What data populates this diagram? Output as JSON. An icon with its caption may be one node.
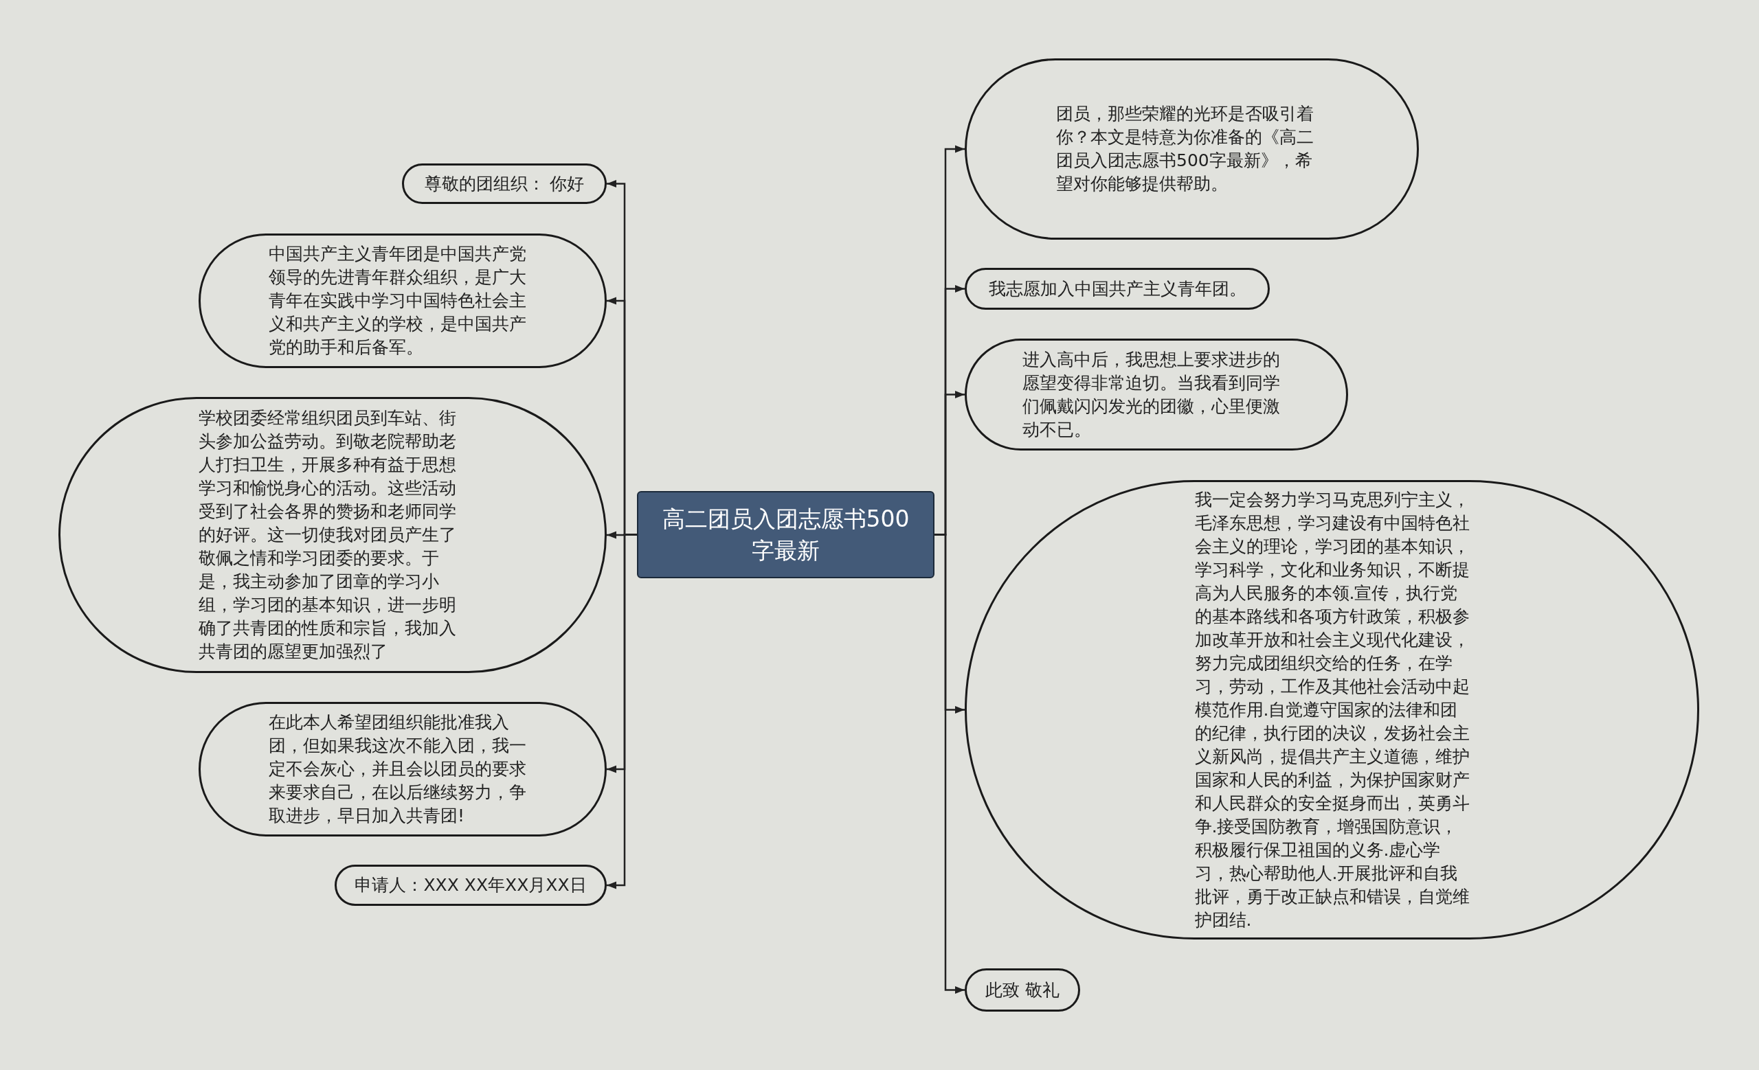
{
  "diagram": {
    "nodes": [
      {
        "text": [
          "高二团员入团志愿书500字最新"
        ]
      },
      {
        "text": [
          "尊敬的团组织： 你好"
        ]
      },
      {
        "text": [
          "中国共产主义青年团是中国共产党领导的先进青年群众组织，是广大青年在实践中学习中国特色社会主义和共产主义的学校，是中国共产党的助手和后备军。"
        ]
      },
      {
        "text": [
          "学校团委经常组织团员到车站、街头参加公益劳动。到敬老院帮助老人打扫卫生，开展多种有益于思想学习和愉悦身心的活动。这些活动受到了社会各界的赞扬和老师同学的好评。这一切使我对团员产生了敬佩之情和学习团委的要求。于是，我主动参加了团章的学习小组，学习团的基本知识，进一步明确了共青团的性质和宗旨，我加入共青团的愿望更加强烈了"
        ]
      },
      {
        "text": [
          "在此本人希望团组织能批准我入团，但如果我这次不能入团，我一定不会灰心，并且会以团员的要求来要求自己，在以后继续努力，争取进步，早日加入共青团!"
        ]
      },
      {
        "text": [
          "申请人：XXX XX年XX月XX日"
        ]
      },
      {
        "text": [
          "团员，那些荣耀的光环是否吸引着你？本文是特意为你准备的《高二团员入团志愿书500字最新》，希望对你能够提供帮助。"
        ]
      },
      {
        "text": [
          "我志愿加入中国共产主义青年团。"
        ]
      },
      {
        "text": [
          "进入高中后，我思想上要求进步的愿望变得非常迫切。当我看到同学们佩戴闪闪发光的团徽，心里便激动不已。"
        ]
      },
      {
        "text": [
          "我一定会努力学习马克思列宁主义，毛泽东思想，学习建设有中国特色社会主义的理论，学习团的基本知识，学习科学，文化和业务知识，不断提高为人民服务的本领.宣传，执行党的基本路线和各项方针政策，积极参加改革开放和社会主义现代化建设，努力完成团组织交给的任务，在学习，劳动，工作及其他社会活动中起模范作用.自觉遵守国家的法律和团的纪律，执行团的决议，发扬社会主义新风尚，提倡共产主义道德，维护国家和人民的利益，为保护国家财产和人民群众的安全挺身而出，英勇斗争.接受国防教育，增强国防意识，积极履行保卫祖国的义务.虚心学习，热心帮助他人.开展批评和自我批评，勇于改正缺点和错误，自觉维护团结."
        ]
      },
      {
        "text": [
          "此致 敬礼"
        ]
      }
    ],
    "edges": [
      {
        "from": 0,
        "to": 1,
        "arrow": "to"
      },
      {
        "from": 0,
        "to": 2,
        "arrow": "to"
      },
      {
        "from": 0,
        "to": 3,
        "arrow": "to"
      },
      {
        "from": 0,
        "to": 4,
        "arrow": "to"
      },
      {
        "from": 0,
        "to": 5,
        "arrow": "to"
      },
      {
        "from": 0,
        "to": 6,
        "arrow": "to"
      },
      {
        "from": 0,
        "to": 7,
        "arrow": "to"
      },
      {
        "from": 0,
        "to": 8,
        "arrow": "to"
      },
      {
        "from": 0,
        "to": 9,
        "arrow": "to"
      },
      {
        "from": 0,
        "to": 10,
        "arrow": "to"
      }
    ]
  }
}
